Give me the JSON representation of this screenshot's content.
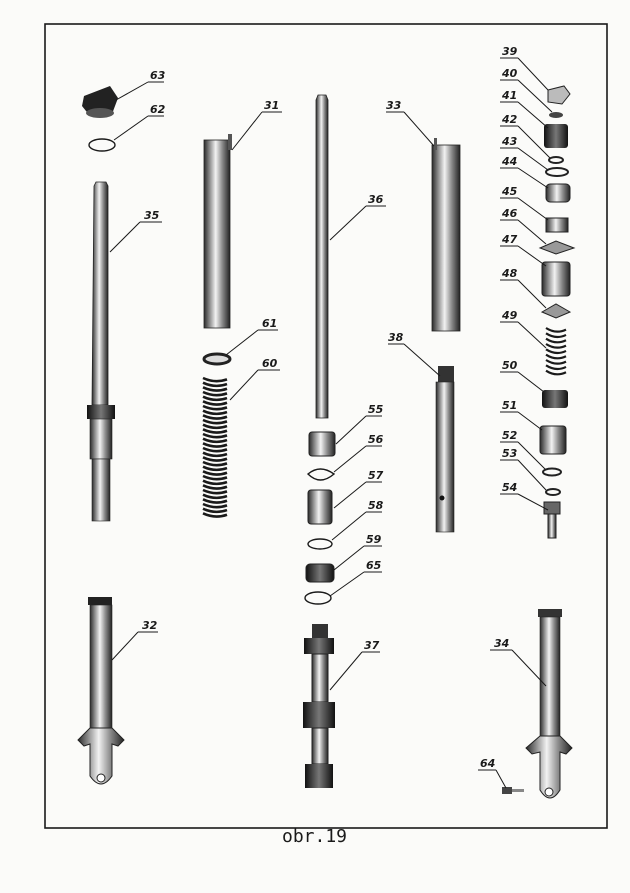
{
  "caption": "obr.19",
  "labels": {
    "l31": "31",
    "l32": "32",
    "l33": "33",
    "l34": "34",
    "l35": "35",
    "l36": "36",
    "l37": "37",
    "l38": "38",
    "l39": "39",
    "l40": "40",
    "l41": "41",
    "l42": "42",
    "l43": "43",
    "l44": "44",
    "l45": "45",
    "l46": "46",
    "l47": "47",
    "l48": "48",
    "l49": "49",
    "l50": "50",
    "l51": "51",
    "l52": "52",
    "l53": "53",
    "l54": "54",
    "l55": "55",
    "l56": "56",
    "l57": "57",
    "l58": "58",
    "l59": "59",
    "l60": "60",
    "l61": "61",
    "l62": "62",
    "l63": "63",
    "l64": "64",
    "l65": "65"
  },
  "colors": {
    "ink": "#1a1a1a",
    "paper": "#fbfbf9",
    "metal": "#8a8a8a"
  }
}
